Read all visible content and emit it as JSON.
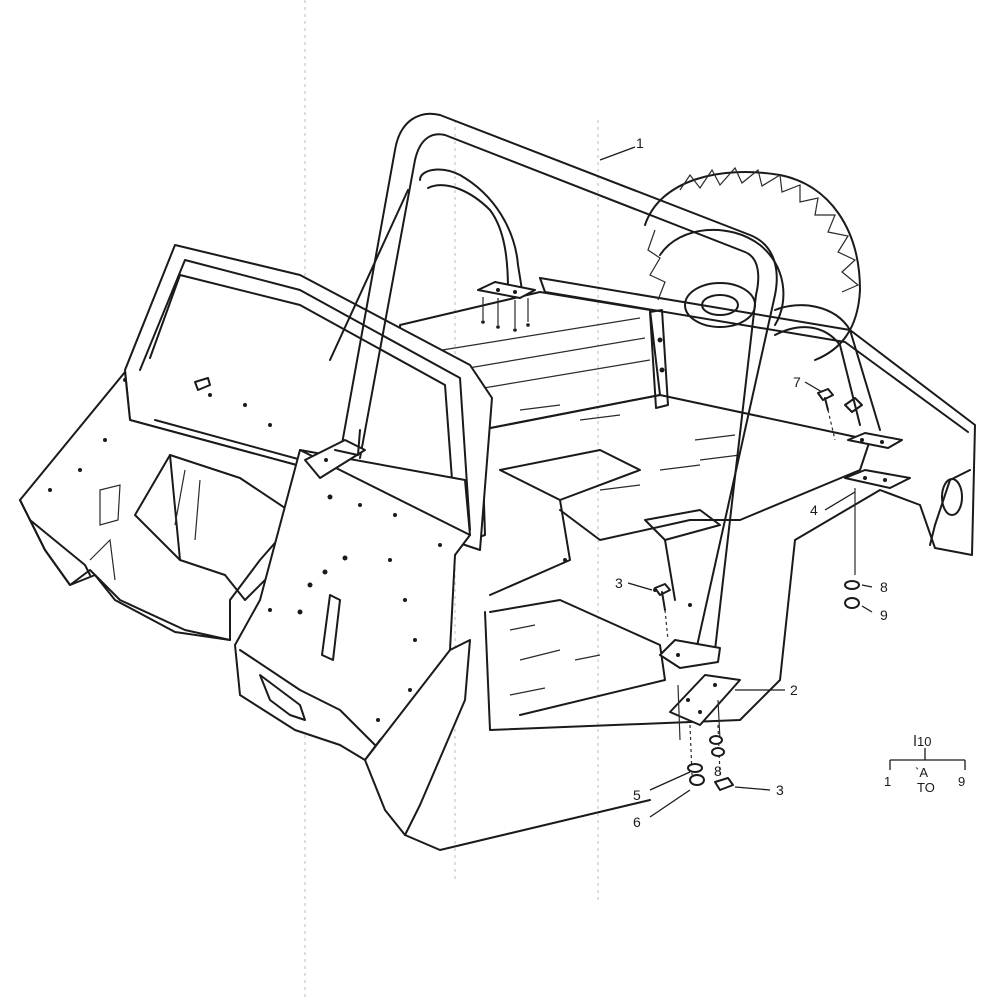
{
  "callouts": {
    "c1": "1",
    "c2": "2",
    "c3a": "3",
    "c3b": "3",
    "c4": "4",
    "c5": "5",
    "c6": "6",
    "c7": "7",
    "c8a": "8",
    "c8b": "8",
    "c9": "9"
  },
  "legend": {
    "top": "10",
    "left": "1",
    "mid_top": "`A",
    "mid_bottom": "TO",
    "right": "9"
  }
}
